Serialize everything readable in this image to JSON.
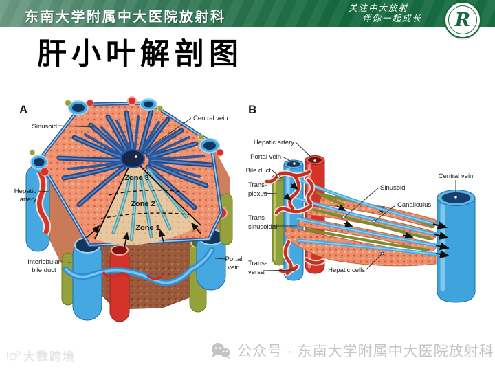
{
  "header": {
    "department_title": "东南大学附属中大医院放射科",
    "slogan_line1": "关注中大放射",
    "slogan_line2": "伴你一起成长",
    "logo_letter": "R"
  },
  "slide": {
    "title": "肝小叶解剖图"
  },
  "panel_a": {
    "panel_label": "A",
    "labels": {
      "sinusoid": "Sinusoid",
      "central_vein": "Central vein",
      "hepatic_artery_1": "Hepatic",
      "hepatic_artery_2": "artery",
      "zone_3": "Zone 3",
      "zone_2": "Zone 2",
      "zone_1": "Zone 1",
      "interlobular_1": "Interlobular",
      "interlobular_2": "bile duct",
      "portal_vein_1": "Portal",
      "portal_vein_2": "vein"
    }
  },
  "panel_b": {
    "panel_label": "B",
    "labels": {
      "hepatic_artery": "Hepatic artery",
      "portal_vein": "Portal vein",
      "bile_duct": "Bile duct",
      "trans_plexus_1": "Trans-",
      "trans_plexus_2": "plexus",
      "trans_sinusoidal_1": "Trans-",
      "trans_sinusoidal_2": "sinusoidal",
      "trans_versal_1": "Trans-",
      "trans_versal_2": "versal",
      "sinusoid": "Sinusoid",
      "canaliculus": "Canaliculus",
      "central_vein": "Central vein",
      "hepatic_cells": "Hepatic cells"
    }
  },
  "footer": {
    "wechat_label": "公众号 · 东南大学附属中大医院放射科",
    "corner_watermark": "大数跨境"
  },
  "colors": {
    "header_green_dark": "#156a3e",
    "header_green_light": "#6f9c85",
    "portal_vein_blue": "#45a8e0",
    "hepatic_artery_red": "#d4332a",
    "bile_duct_olive": "#95a23b",
    "sinusoid_navy": "#27497f",
    "tissue_salmon": "#ef9270",
    "cut_face_brown": "#9c5a3c",
    "watermark_gray": "#c4c4c4"
  }
}
